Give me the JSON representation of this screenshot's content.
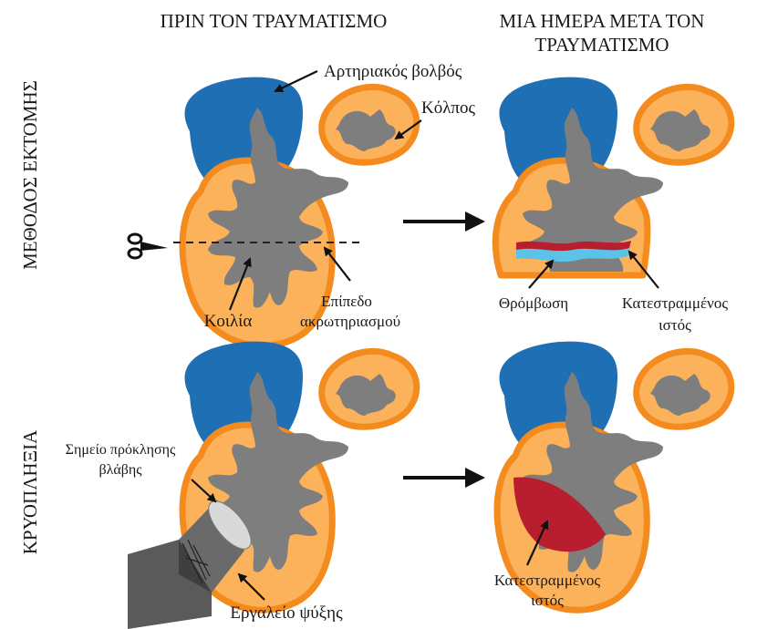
{
  "headers": {
    "before": "ΠΡΙΝ ΤΟΝ ΤΡΑΥΜΑΤΙΣΜΟ",
    "after_line1": "ΜΙΑ ΗΜΕΡΑ ΜΕΤΑ ΤΟΝ",
    "after_line2": "ΤΡΑΥΜΑΤΙΣΜΟ"
  },
  "rows": {
    "resection": "ΜΕΘΟΔΟΣ ΕΚΤΟΜΗΣ",
    "cryo": "ΚΡΥΟΠΛΗΞΙΑ"
  },
  "labels": {
    "bulbus": "Αρτηριακός βολβός",
    "atrium": "Κόλπος",
    "ventricle": "Κοιλία",
    "amputation_line1": "Επίπεδο",
    "amputation_line2": "ακρωτηριασμού",
    "thrombosis": "Θρόμβωση",
    "damaged_line1": "Κατεστραμμένος",
    "damaged_line2": "ιστός",
    "injury_site_line1": "Σημείο πρόκλησης",
    "injury_site_line2": "βλάβης",
    "cooling_tool": "Εργαλείο ψύξης",
    "damaged2_line1": "Κατεστραμμένος",
    "damaged2_line2": "ιστός"
  },
  "colors": {
    "myocardium": "#FBB25A",
    "myocardium_outline": "#F48B1E",
    "bulbus": "#1F6FB4",
    "lumen": "#7E7E7E",
    "damaged_tissue": "#B81E2E",
    "thrombus": "#5BC3E8",
    "tool": "#5A5A5A"
  },
  "icons": {
    "scissors": "scissors-icon"
  }
}
